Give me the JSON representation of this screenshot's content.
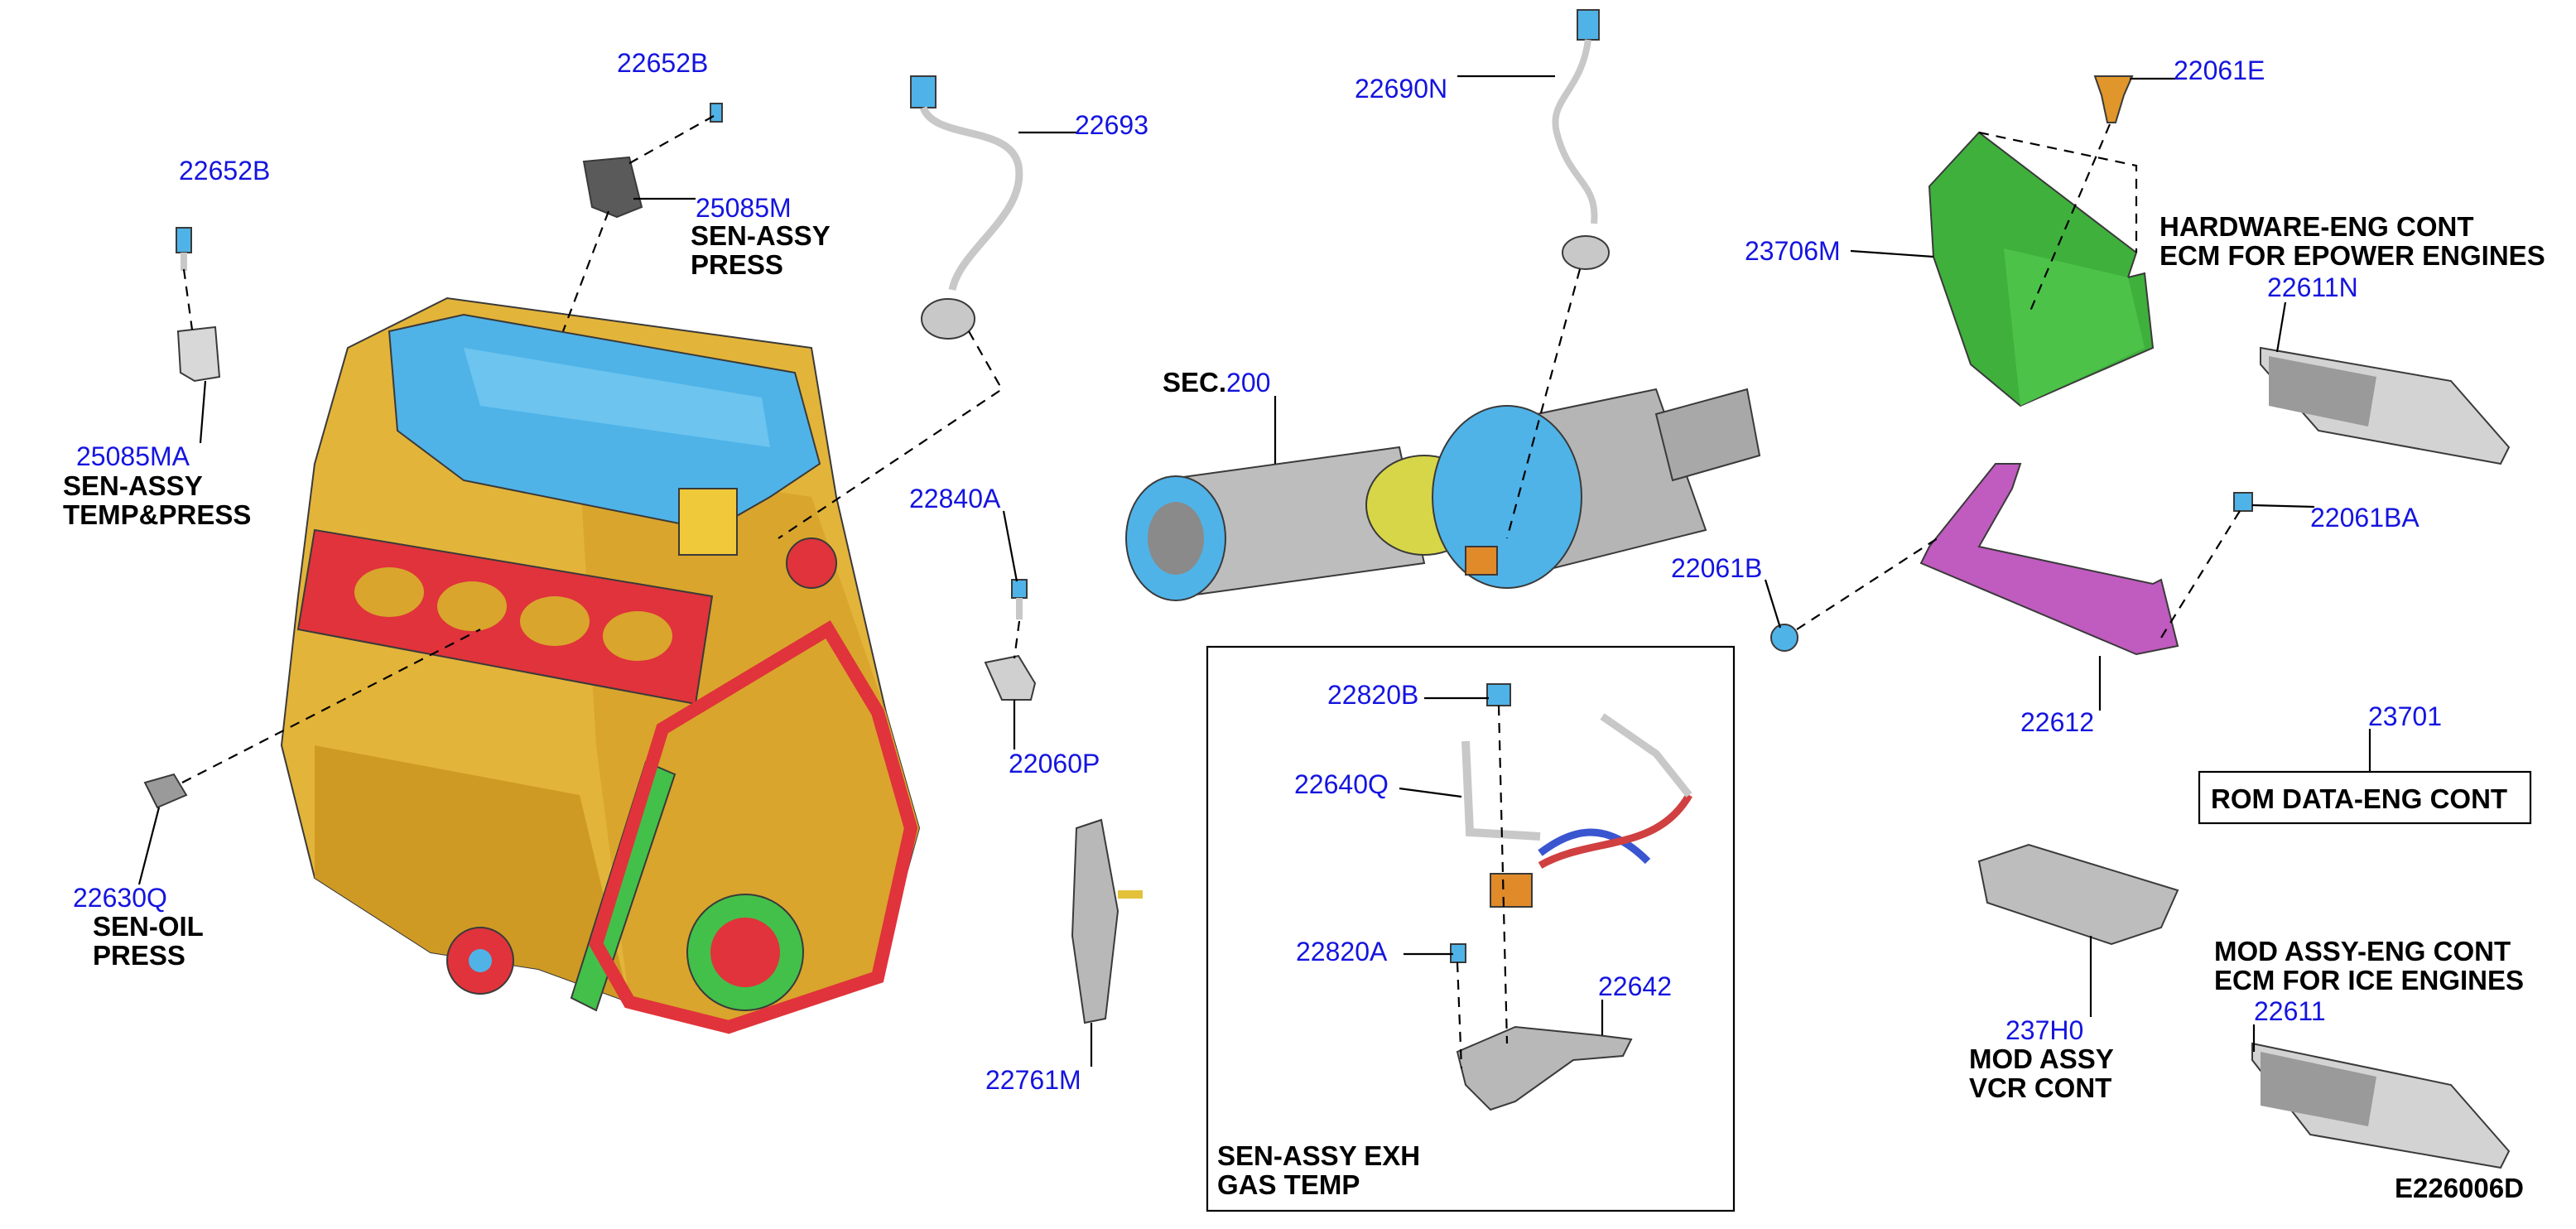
{
  "colors": {
    "part_number": "#1414e0",
    "description": "#000000",
    "engine_gold": "#e3b43a",
    "gasket_red": "#e0333b",
    "cover_blue": "#4fb3e8",
    "belt_green": "#43c04a",
    "bracket_green": "#3fb03c",
    "bracket_purple": "#c05bc0",
    "metal_grey": "#c8c8c8"
  },
  "labels": {
    "p22652b_top": "22652B",
    "p22652b_left": "22652B",
    "p25085m": "25085M",
    "p25085ma": "25085MA",
    "p22693": "22693",
    "p22690n": "22690N",
    "p22061e": "22061E",
    "p23706m": "23706M",
    "p22611n": "22611N",
    "p22840a": "22840A",
    "p22060p": "22060P",
    "p22630q": "22630Q",
    "p22761m": "22761M",
    "sec_prefix": "SEC.",
    "sec_number": "200",
    "p22061b": "22061B",
    "p22061ba": "22061BA",
    "p22612": "22612",
    "p23701": "23701",
    "p22820b": "22820B",
    "p22640q": "22640Q",
    "p22820a": "22820A",
    "p22642": "22642",
    "p237h0": "237H0",
    "p22611": "22611"
  },
  "descriptions": {
    "sen_assy_press_1": "SEN-ASSY",
    "sen_assy_press_2": "PRESS",
    "sen_temp_press_1": "SEN-ASSY",
    "sen_temp_press_2": "TEMP&PRESS",
    "sen_oil_press_1": "SEN-OIL",
    "sen_oil_press_2": "PRESS",
    "hardware_1": "HARDWARE-ENG CONT",
    "hardware_2": "ECM FOR EPOWER ENGINES",
    "rom_data": "ROM DATA-ENG CONT",
    "mod_vcr_1": "MOD ASSY",
    "mod_vcr_2": "VCR CONT",
    "mod_ice_1": "MOD ASSY-ENG CONT",
    "mod_ice_2": "ECM FOR ICE ENGINES",
    "exh_temp_1": "SEN-ASSY EXH",
    "exh_temp_2": "GAS TEMP"
  },
  "illustration_code": "E226006D"
}
